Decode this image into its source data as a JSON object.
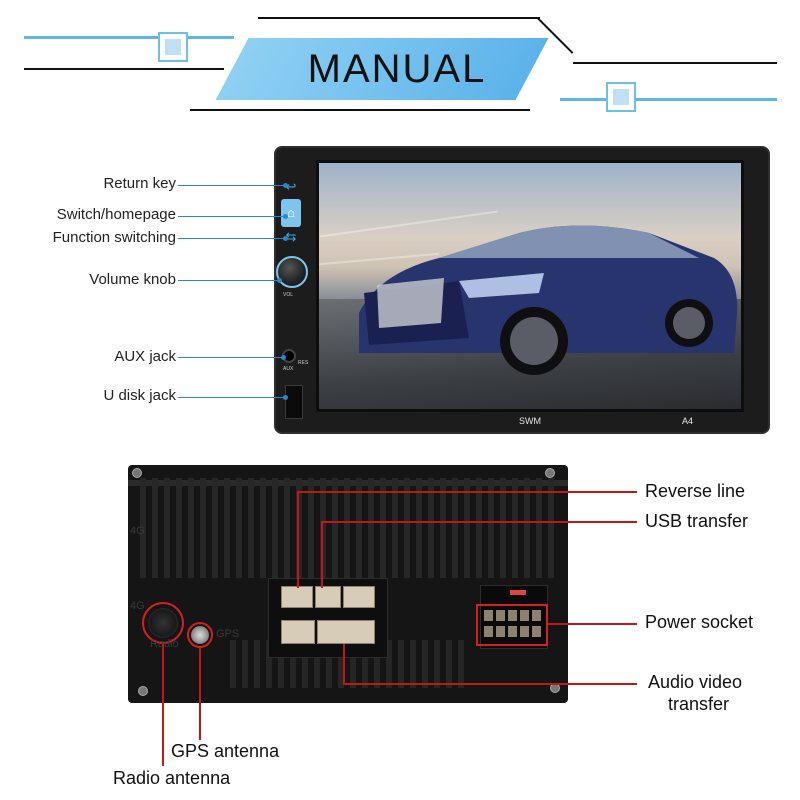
{
  "header": {
    "title": "MANUAL"
  },
  "front_panel": {
    "brand_left": "SWM",
    "brand_right": "A4",
    "aux_tag": "AUX",
    "res_tag": "RES",
    "vol_tag": "VOL",
    "callouts": {
      "return_key": "Return key",
      "switch_homepage": "Switch/homepage",
      "function_switching": "Function switching",
      "volume_knob": "Volume knob",
      "aux_jack": "AUX jack",
      "u_disk_jack": "U disk jack"
    }
  },
  "back_panel": {
    "silk_radio": "Radio",
    "silk_gps": "GPS",
    "silk_4gb_top": "4G",
    "silk_4gb_bottom": "4G",
    "callouts": {
      "reverse_line": "Reverse line",
      "usb_transfer": "USB transfer",
      "power_socket": "Power socket",
      "audio_video_transfer_1": "Audio video",
      "audio_video_transfer_2": "transfer",
      "gps_antenna": "GPS antenna",
      "radio_antenna": "Radio antenna"
    }
  },
  "colors": {
    "accent_blue": "#5cb3ea",
    "callout_red": "#c01717",
    "leader_blue": "#2b87c9"
  }
}
